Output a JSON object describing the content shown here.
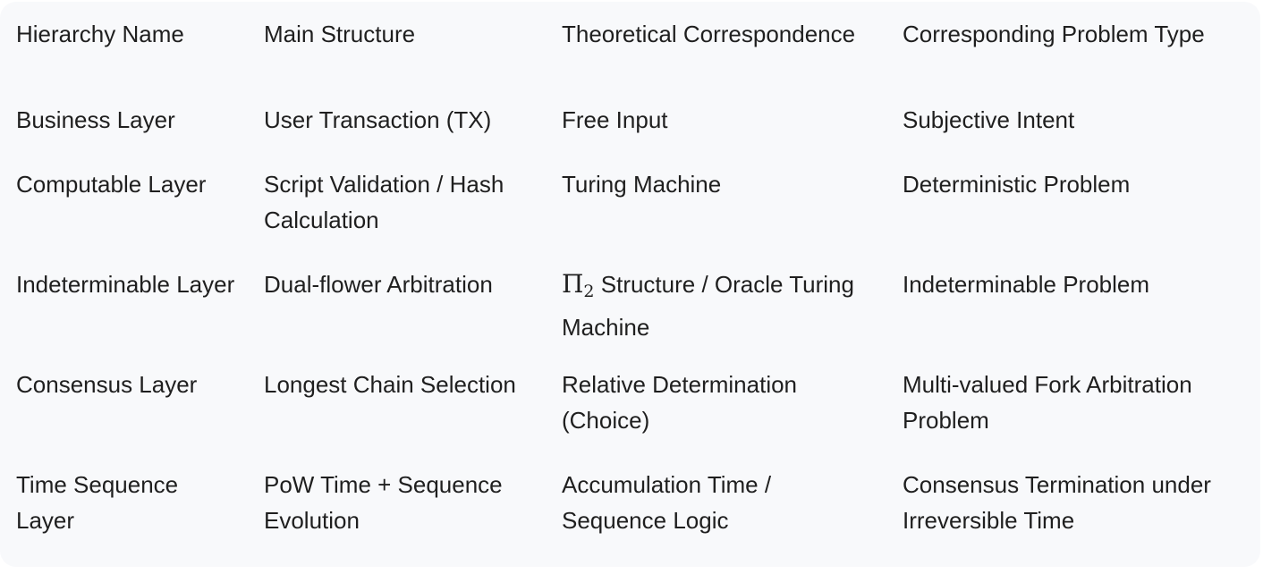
{
  "table": {
    "headers": [
      "Hierarchy Name",
      "Main Structure",
      "Theoretical Correspondence",
      "Corresponding Problem Type"
    ],
    "rows": [
      [
        "Business Layer",
        "User Transaction (TX)",
        "Free Input",
        "Subjective Intent"
      ],
      [
        "Computable Layer",
        "Script Validation / Hash Calculation",
        "Turing Machine",
        "Deterministic Problem"
      ],
      [
        "Indeterminable Layer",
        "Dual-flower Arbitration",
        "Structure / Oracle Turing Machine",
        "Indeterminable Problem"
      ],
      [
        "Consensus Layer",
        "Longest Chain Selection",
        "Relative Determination (Choice)",
        "Multi-valued Fork Arbitration Problem"
      ],
      [
        "Time Sequence Layer",
        "PoW Time + Sequence Evolution",
        "Accumulation Time / Sequence Logic",
        "Consensus Termination under Irreversible Time"
      ]
    ],
    "math_symbol": {
      "letter": "Π",
      "subscript": "2"
    }
  }
}
